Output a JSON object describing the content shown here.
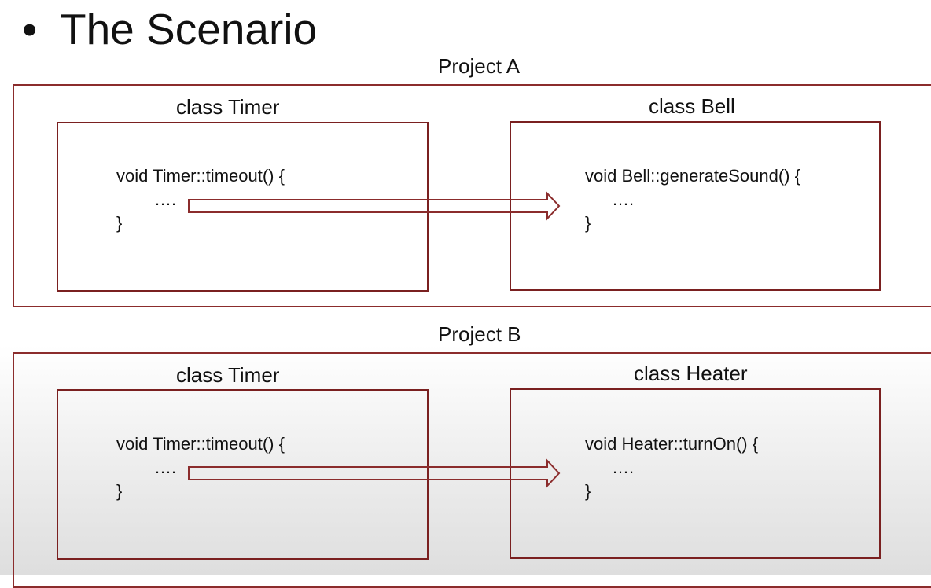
{
  "slide": {
    "bullet": "•",
    "title": "The Scenario"
  },
  "projects": [
    {
      "label": "Project A",
      "source": {
        "class_label": "class Timer",
        "code": [
          "void Timer::timeout() {",
          "….",
          "}"
        ]
      },
      "target": {
        "class_label": "class Bell",
        "code": [
          "void Bell::generateSound() {",
          "….",
          "}"
        ]
      }
    },
    {
      "label": "Project B",
      "source": {
        "class_label": "class Timer",
        "code": [
          "void Timer::timeout() {",
          "….",
          "}"
        ]
      },
      "target": {
        "class_label": "class Heater",
        "code": [
          "void Heater::turnOn() {",
          "….",
          "}"
        ]
      }
    }
  ],
  "colors": {
    "box_border": "#7a2020",
    "arrow_stroke": "#8b2c2c"
  }
}
